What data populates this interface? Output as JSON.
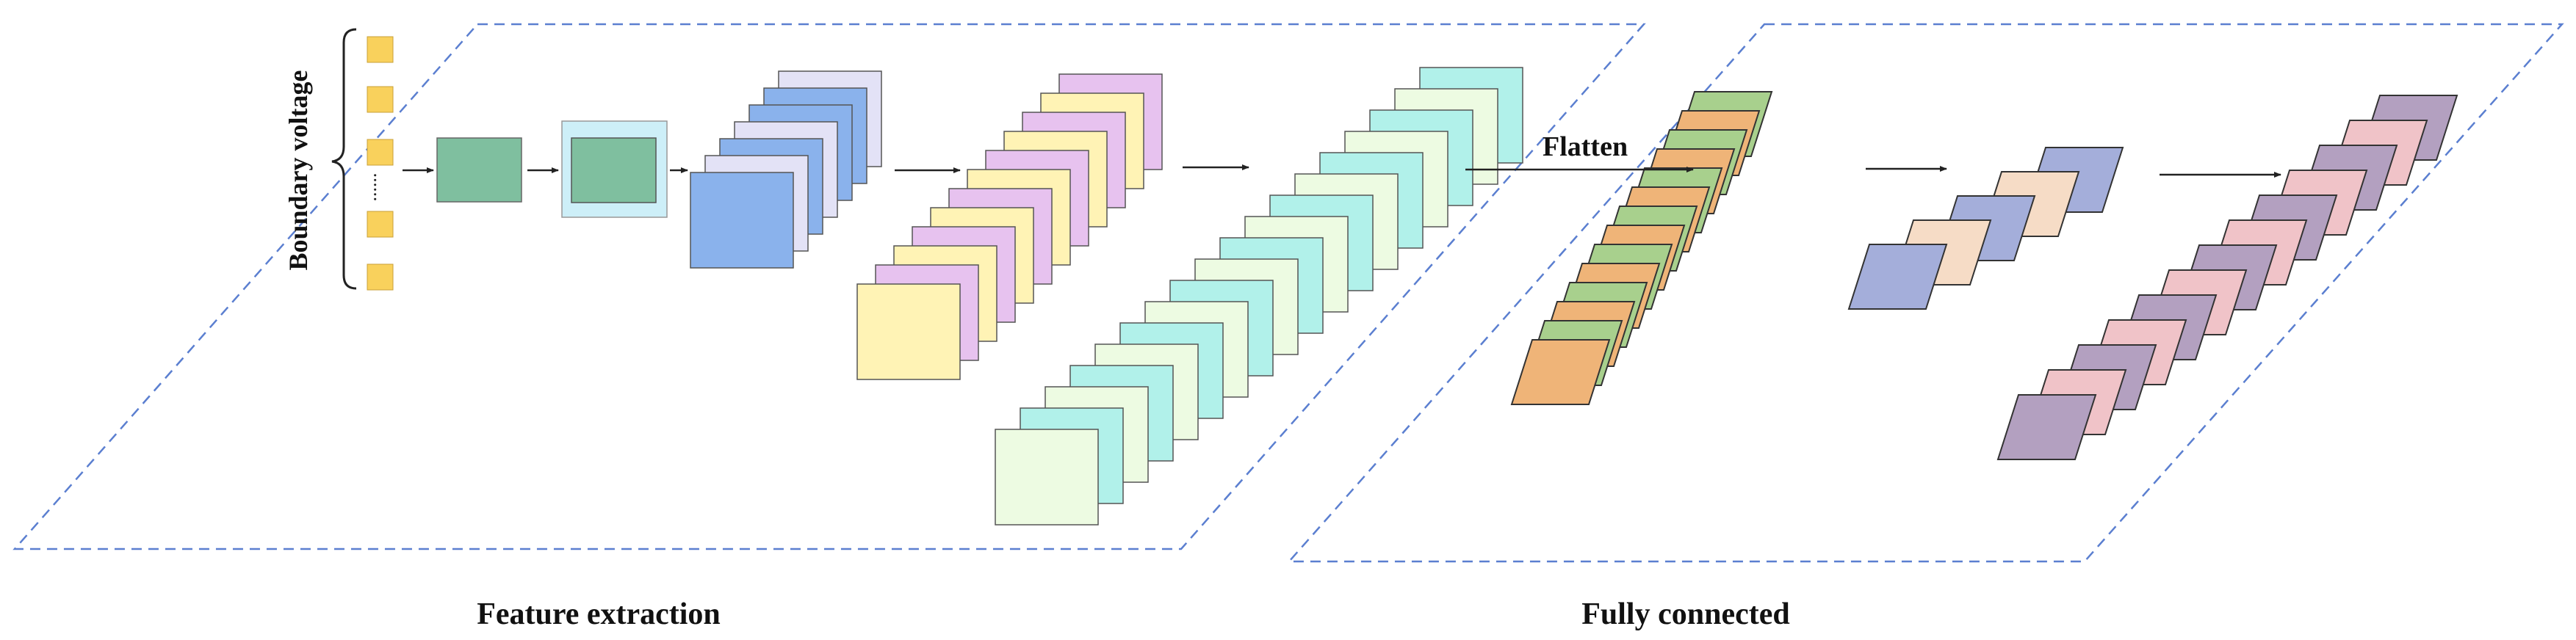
{
  "labels": {
    "input": "Boundary voltage",
    "flatten": "Flatten",
    "feature_extraction": "Feature extraction",
    "fully_connected": "Fully connected",
    "ellipsis": "......"
  },
  "colors": {
    "input_node": "#F9D15C",
    "conv_dark": "#7FBF9F",
    "conv_frame": "#CDEFF8",
    "blue": "#8AB2EC",
    "lavender": "#E3E2F6",
    "yellow": "#FFF3B5",
    "purple": "#E7C2EF",
    "cyan": "#B1F1EA",
    "mint": "#EDFBE2",
    "orange": "#EFB478",
    "green": "#A8D08D",
    "slate": "#A4AEDA",
    "peach": "#F6DCC6",
    "pink": "#F0C3C8",
    "mauve": "#B3A0C0",
    "panel_border": "#5B7FD0"
  }
}
